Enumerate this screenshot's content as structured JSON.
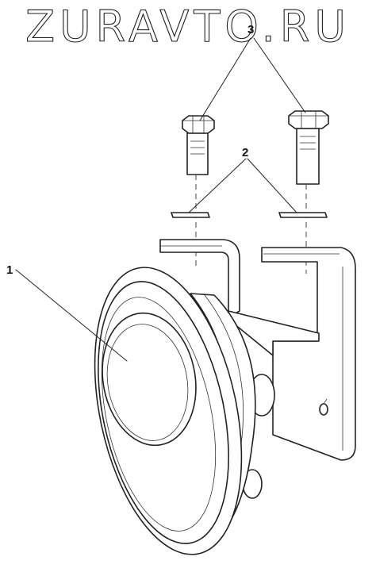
{
  "watermark": {
    "text": "ZURAVTO.RU"
  },
  "corner_mark": {
    "text": ""
  },
  "callouts": [
    {
      "id": "1",
      "label": "1"
    },
    {
      "id": "2",
      "label": "2"
    },
    {
      "id": "3",
      "label": "3"
    }
  ],
  "parts": [
    {
      "id": "horn",
      "callout": "1"
    },
    {
      "id": "washers",
      "callout": "2"
    },
    {
      "id": "bolts",
      "callout": "3"
    }
  ]
}
